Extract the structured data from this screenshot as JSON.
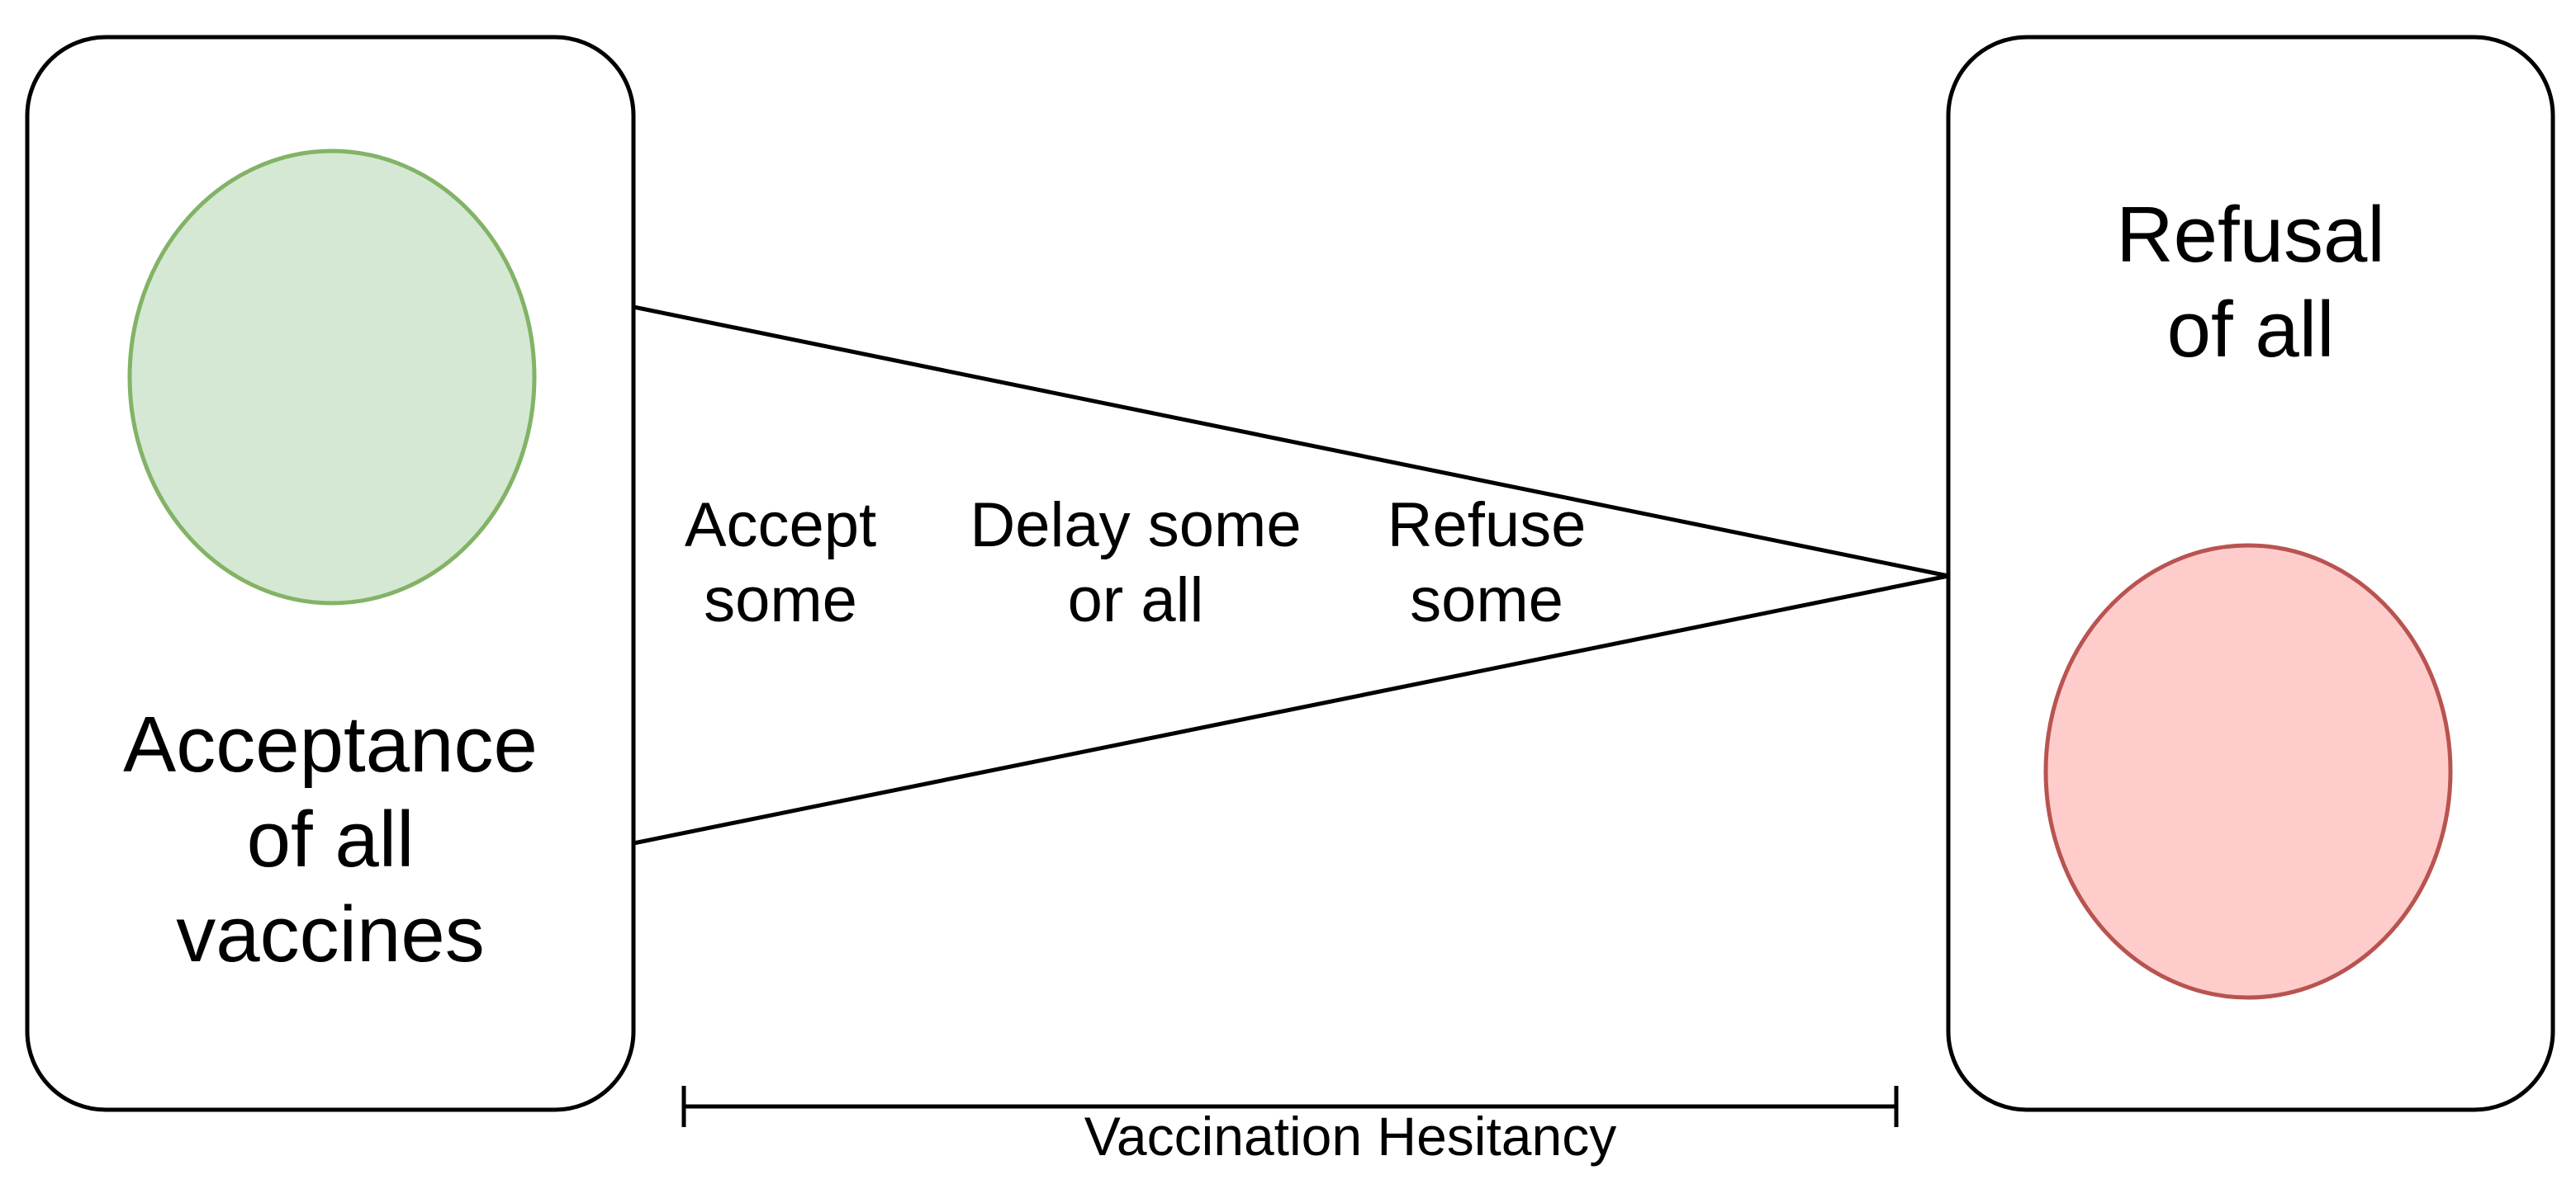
{
  "colors": {
    "stroke": "#000000",
    "background": "#ffffff",
    "acceptance_fill": "#d5e8d4",
    "acceptance_stroke": "#82b366",
    "refusal_fill": "#ffcccc",
    "refusal_stroke": "#b85450"
  },
  "left_box": {
    "label_lines": [
      "Acceptance",
      "of all",
      "vaccines"
    ]
  },
  "right_box": {
    "label_lines": [
      "Refusal",
      "of all"
    ]
  },
  "wedge": {
    "labels": [
      [
        "Accept",
        "some"
      ],
      [
        "Delay some",
        "or all"
      ],
      [
        "Refuse",
        "some"
      ]
    ]
  },
  "scale": {
    "label": "Vaccination Hesitancy"
  }
}
